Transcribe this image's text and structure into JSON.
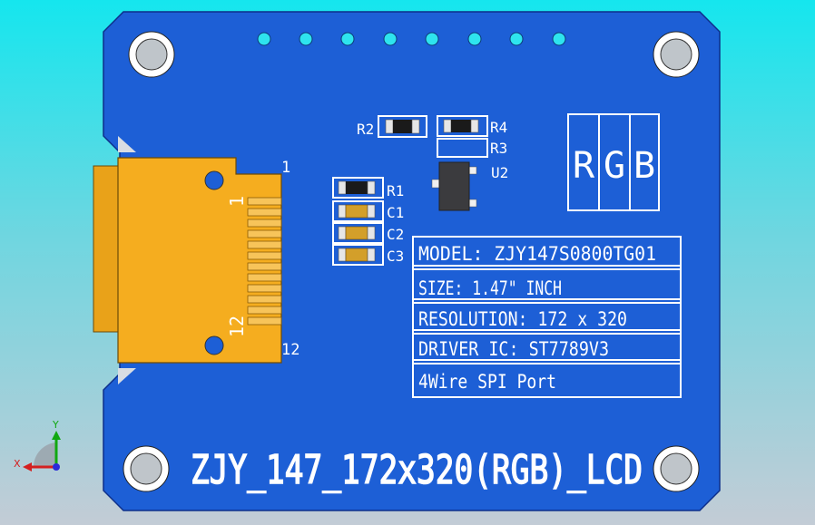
{
  "board": {
    "title": "ZJY_147_172x320(RGB)_LCD",
    "colors": {
      "pcb": "#1d5fd6",
      "silk": "#ffffff",
      "fpc": "#f5a91e",
      "copper": "#d9a21b",
      "background_top": "#15e6ee",
      "background_bottom": "#c3ccd6"
    }
  },
  "fpc": {
    "pin_first": "1",
    "pin_last": "12",
    "pad_label_first": "1",
    "pad_label_last": "12"
  },
  "components": {
    "r2": "R2",
    "r4": "R4",
    "r3": "R3",
    "u2": "U2",
    "r1": "R1",
    "c1": "C1",
    "c2": "C2",
    "c3": "C3"
  },
  "rgb": {
    "r": "R",
    "g": "G",
    "b": "B"
  },
  "info_rows": [
    "MODEL: ZJY147S0800TG01",
    "SIZE: 1.47\" INCH",
    "RESOLUTION: 172 x 320",
    "DRIVER IC: ST7789V3",
    "4Wire SPI Port"
  ],
  "triad": {
    "x": "X",
    "y": "Y"
  }
}
